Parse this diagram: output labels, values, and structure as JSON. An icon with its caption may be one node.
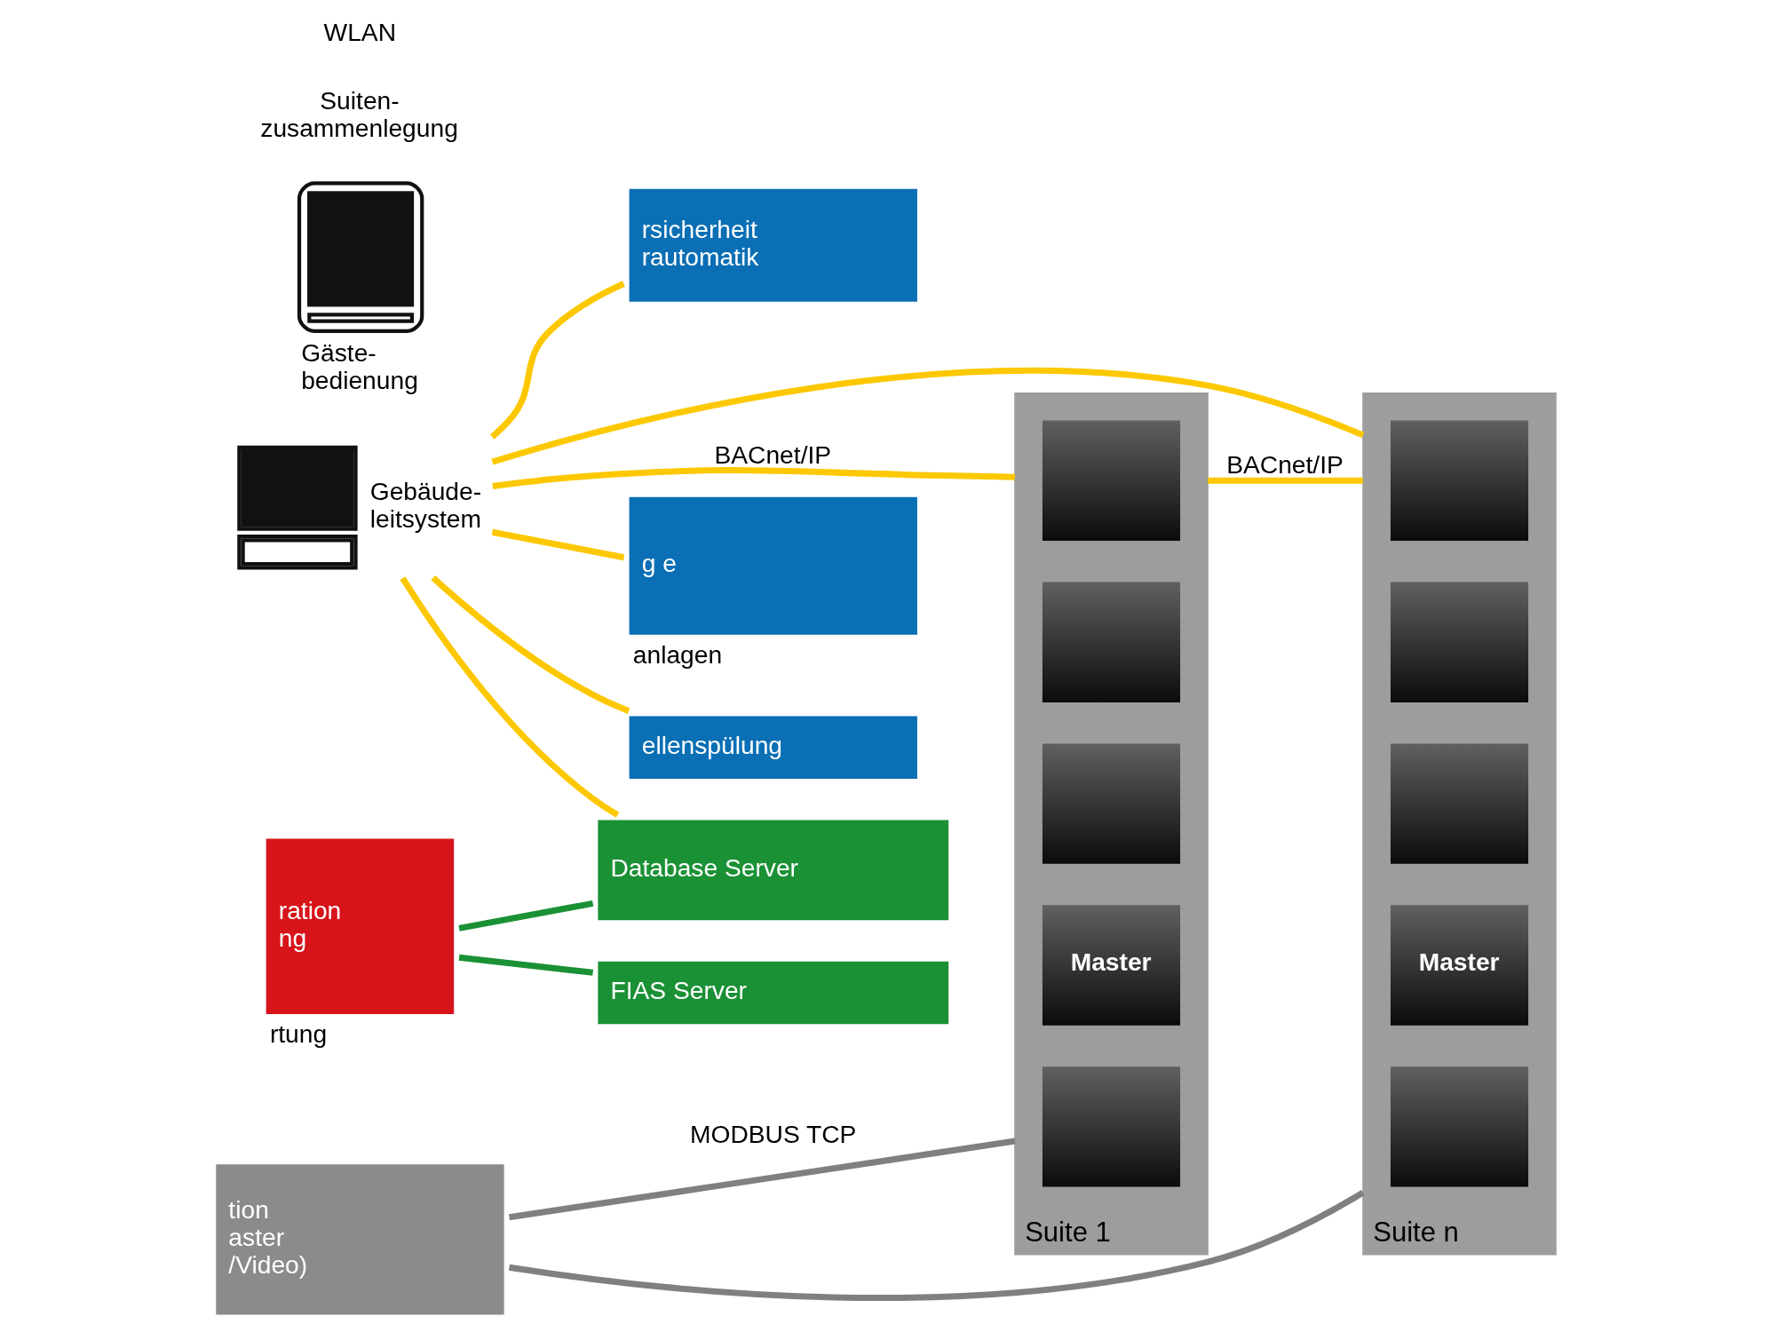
{
  "diagram": {
    "nodes": [
      {
        "text": [],
        "shape": "picture",
        "beside": [
          "Gebäude- leitsystem"
        ]
      },
      {
        "text": [
          "g e"
        ],
        "beside": [
          "anlagen"
        ]
      },
      {
        "text": [
          "ellenspülung"
        ]
      },
      {
        "text": [
          "rsicherheit rautomatik"
        ]
      },
      {
        "text": [
          "ration ng"
        ],
        "beside": [
          "rtung"
        ]
      },
      {
        "text": [
          "Database Server"
        ]
      },
      {
        "text": [
          "FIAS Server"
        ]
      },
      {
        "text": [
          "tion aster /Video)"
        ]
      },
      {
        "text": [
          "Suite 1"
        ]
      },
      {
        "text": [],
        "shape": "picture",
        "in": 8
      },
      {
        "text": [],
        "shape": "picture",
        "in": 8
      },
      {
        "text": [],
        "shape": "picture",
        "in": 8
      },
      {
        "text": [
          "Master"
        ],
        "in": 8
      },
      {
        "text": [],
        "shape": "picture",
        "in": 8
      },
      {
        "text": [
          "Suite n"
        ]
      },
      {
        "text": [],
        "shape": "picture",
        "in": 14
      },
      {
        "text": [],
        "shape": "picture",
        "in": 14
      },
      {
        "text": [],
        "shape": "picture",
        "in": 14
      },
      {
        "text": [
          "Master"
        ],
        "in": 14
      },
      {
        "text": [],
        "shape": "picture",
        "in": 14
      },
      {
        "text": [],
        "shape": "picture",
        "beside": [
          "Gäste- bedienung"
        ]
      }
    ],
    "edges": [
      {
        "from": 0,
        "to": 8,
        "arrow": "none",
        "label": "BACnet/IP"
      },
      {
        "from": 0,
        "to": 14,
        "arrow": "none"
      },
      {
        "from": 0,
        "to": 1,
        "arrow": "none"
      },
      {
        "from": 0,
        "to": 2,
        "arrow": "none"
      },
      {
        "from": 0,
        "to": 3,
        "arrow": "none"
      },
      {
        "from": 0,
        "to": 5,
        "arrow": "none"
      },
      {
        "from": 8,
        "to": 14,
        "arrow": "none",
        "label": "BACnet/IP"
      },
      {
        "from": 4,
        "to": 5,
        "arrow": "none",
        "color": "#1b9135"
      },
      {
        "from": 4,
        "to": 6,
        "arrow": "none",
        "color": "#1b9135"
      },
      {
        "from": 7,
        "to": 8,
        "arrow": "none",
        "label": "MODBUS TCP",
        "color": "#808080"
      },
      {
        "from": 7,
        "to": 14,
        "arrow": "none",
        "color": "#808080"
      }
    ],
    "labels": [
      "Suiten- zusammenlegung",
      "WLAN"
    ]
  }
}
